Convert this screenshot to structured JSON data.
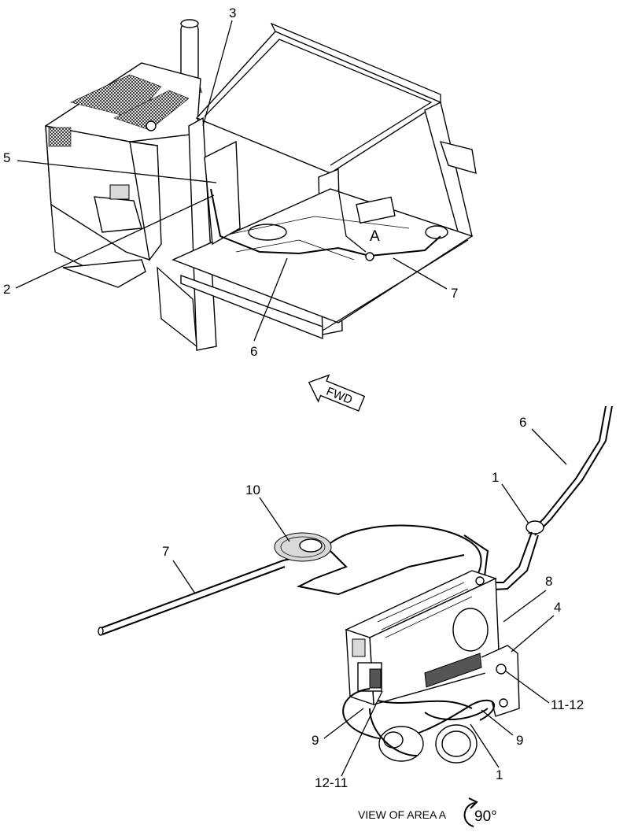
{
  "callouts": {
    "c1_upper": "1",
    "c1_lower": "1",
    "c2": "2",
    "c3": "3",
    "c4": "4",
    "c5": "5",
    "c6_top": "6",
    "c6_detail": "6",
    "c7_top": "7",
    "c7_detail": "7",
    "c8": "8",
    "c9_left": "9",
    "c9_right": "9",
    "c10": "10",
    "c11_12": "11-12",
    "c12_11": "12-11",
    "area_a": "A"
  },
  "direction_arrow": "FWD",
  "caption": {
    "view_label": "VIEW OF AREA  A",
    "rotation": "90°"
  }
}
